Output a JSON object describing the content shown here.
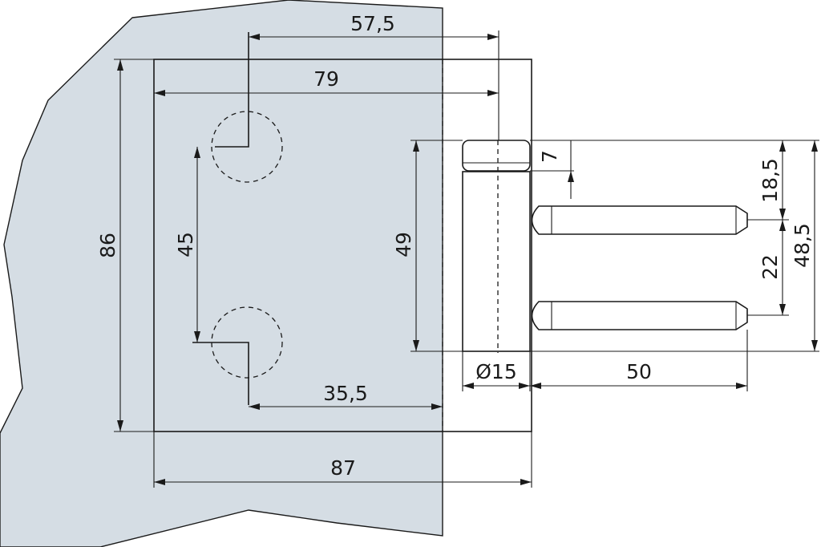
{
  "colors": {
    "material": "#d5dde4",
    "stroke": "#1a1a1a",
    "plate": "#ffffff"
  },
  "dimensions": {
    "d57_5": "57,5",
    "d79": "79",
    "d86": "86",
    "d45": "45",
    "d49": "49",
    "d35_5": "35,5",
    "d87": "87",
    "d_dia15": "Ø15",
    "d50": "50",
    "d7": "7",
    "d18_5": "18,5",
    "d22": "22",
    "d48_5": "48,5"
  }
}
